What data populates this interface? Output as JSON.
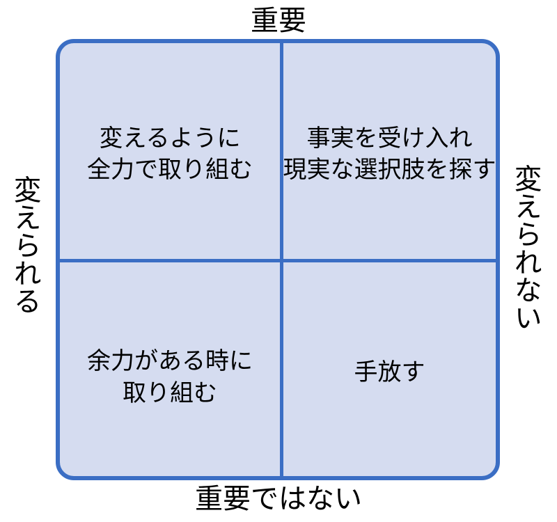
{
  "chart_data": {
    "type": "table",
    "title": "",
    "description": "2x2 decision matrix (Japanese) crossing importance with changeability",
    "axes": {
      "top_label": "重要",
      "bottom_label": "重要ではない",
      "left_label": "変えられる",
      "right_label": "変えられない"
    },
    "quadrants": [
      {
        "id": "top-left",
        "row": "変えられる",
        "column": "重要",
        "lines": [
          "変えるように",
          "全力で取り組む"
        ]
      },
      {
        "id": "top-right",
        "row": "変えられない",
        "column": "重要",
        "lines": [
          "事実を受け入れ",
          "現実な選択肢を探す"
        ]
      },
      {
        "id": "bottom-left",
        "row": "変えられる",
        "column": "重要ではない",
        "lines": [
          "余力がある時に",
          "取り組む"
        ]
      },
      {
        "id": "bottom-right",
        "row": "変えられない",
        "column": "重要ではない",
        "lines": [
          "手放す"
        ]
      }
    ],
    "colors": {
      "fill": "#d5dcf0",
      "border": "#3b6ec4",
      "divider": "#3b6ec4",
      "text": "#000000",
      "background": "#ffffff"
    },
    "legend": "",
    "grid": true
  },
  "matrix": {
    "axes": {
      "top": "重要",
      "bottom": "重要ではない",
      "left": "変えられる",
      "right": "変えられない"
    },
    "cells": {
      "top_left": {
        "line1": "変えるように",
        "line2": "全力で取り組む"
      },
      "top_right": {
        "line1": "事実を受け入れ",
        "line2": "現実な選択肢を探す"
      },
      "bottom_left": {
        "line1": "余力がある時に",
        "line2": "取り組む"
      },
      "bottom_right": {
        "line1": "手放す"
      }
    }
  }
}
